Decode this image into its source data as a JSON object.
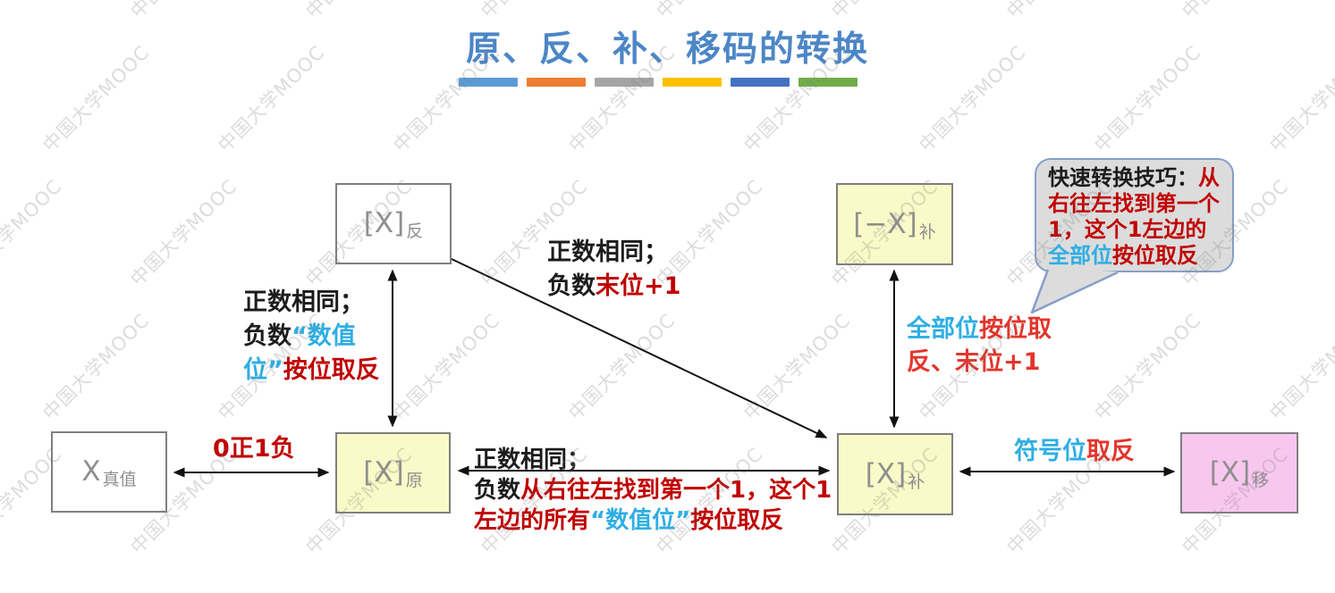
{
  "title": {
    "text": "原、反、补、移码的转换"
  },
  "divider_bars": [
    "#5B9BD5",
    "#ED7D31",
    "#A5A5A5",
    "#FFC000",
    "#4472C4",
    "#70AD47"
  ],
  "watermark": {
    "text": "中国大学MOOC"
  },
  "colors": {
    "title": "#4C86C6",
    "dark_red": "#C00000",
    "bright_red": "#E3352B",
    "cyan_blue": "#2EAEE4",
    "box_yellow": "#FAFAC8",
    "box_pink": "#F8C7EF",
    "box_border": "#7F7F7F",
    "box_text": "#8F8F8F",
    "bubble_fill": "#DCDCDC",
    "bubble_border": "#869FC8"
  },
  "nodes": {
    "inverse": {
      "main": "[X]",
      "sub": "反"
    },
    "neg_complement": {
      "main": "[−X]",
      "sub": "补"
    },
    "truth": {
      "main": "X",
      "sub": "真值"
    },
    "original": {
      "main": "[X]",
      "sub": "原"
    },
    "complement": {
      "main": "[X]",
      "sub": "补"
    },
    "excess": {
      "main": "[X]",
      "sub": "移"
    }
  },
  "labels": {
    "truth_original": [
      [
        {
          "t": "0正1负",
          "c": "r"
        }
      ]
    ],
    "original_inverse": [
      [
        {
          "t": "正数相同；",
          "c": "k"
        }
      ],
      [
        {
          "t": "负数",
          "c": "k"
        },
        {
          "t": "“数值",
          "c": "b"
        }
      ],
      [
        {
          "t": "位”",
          "c": "b"
        },
        {
          "t": "按位取反",
          "c": "r"
        }
      ]
    ],
    "inverse_complement": [
      [
        {
          "t": "正数相同；",
          "c": "k"
        }
      ],
      [
        {
          "t": "负数",
          "c": "k"
        },
        {
          "t": "末位+1",
          "c": "r"
        }
      ]
    ],
    "original_complement": [
      [
        {
          "t": "正数相同；",
          "c": "k"
        }
      ],
      [
        {
          "t": "负数",
          "c": "k"
        },
        {
          "t": "从右往左找到第一个1，这个1",
          "c": "r"
        }
      ],
      [
        {
          "t": "左边的所有",
          "c": "r"
        },
        {
          "t": "“数值位”",
          "c": "b"
        },
        {
          "t": "按位取反",
          "c": "r"
        }
      ]
    ],
    "complement_neg_complement": [
      [
        {
          "t": "全部位",
          "c": "b"
        },
        {
          "t": "按位取",
          "c": "R"
        }
      ],
      [
        {
          "t": "反、末位+1",
          "c": "R"
        }
      ]
    ],
    "complement_excess": [
      [
        {
          "t": "符号位",
          "c": "b"
        },
        {
          "t": "取反",
          "c": "R"
        }
      ]
    ]
  },
  "bubble": {
    "lines": [
      [
        {
          "t": "快速转换技巧：",
          "c": "k"
        },
        {
          "t": "从",
          "c": "r"
        }
      ],
      [
        {
          "t": "右往左找到第一个",
          "c": "r"
        }
      ],
      [
        {
          "t": "1，这个1左边的",
          "c": "r"
        }
      ],
      [
        {
          "t": "全部位",
          "c": "b"
        },
        {
          "t": "按位取反",
          "c": "r"
        }
      ]
    ]
  }
}
